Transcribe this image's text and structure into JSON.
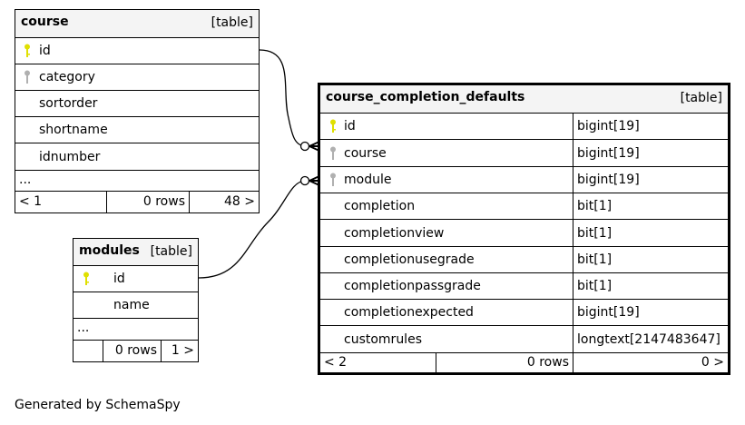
{
  "footer": {
    "generated_by": "Generated by SchemaSpy"
  },
  "colors": {
    "primary_key": "#e0e000",
    "foreign_key": "#b0b0b0",
    "header_bg": "#f4f4f4",
    "line": "#000000"
  },
  "tables": {
    "course": {
      "name": "course",
      "kind": "[table]",
      "columns": [
        {
          "name": "id",
          "key": "primary-key-icon"
        },
        {
          "name": "category",
          "key": "foreign-key-icon"
        },
        {
          "name": "sortorder",
          "key": ""
        },
        {
          "name": "shortname",
          "key": ""
        },
        {
          "name": "idnumber",
          "key": ""
        }
      ],
      "ellipsis": "...",
      "footer": {
        "parents": "< 1",
        "rows": "0 rows",
        "children": "48 >"
      }
    },
    "modules": {
      "name": "modules",
      "kind": "[table]",
      "columns": [
        {
          "name": "id",
          "key": "primary-key-icon"
        },
        {
          "name": "name",
          "key": ""
        }
      ],
      "ellipsis": "...",
      "footer": {
        "parents": "",
        "rows": "0 rows",
        "children": "1 >"
      }
    },
    "course_completion_defaults": {
      "name": "course_completion_defaults",
      "kind": "[table]",
      "columns": [
        {
          "name": "id",
          "type": "bigint[19]",
          "key": "primary-key-icon"
        },
        {
          "name": "course",
          "type": "bigint[19]",
          "key": "foreign-key-icon"
        },
        {
          "name": "module",
          "type": "bigint[19]",
          "key": "foreign-key-icon"
        },
        {
          "name": "completion",
          "type": "bit[1]",
          "key": ""
        },
        {
          "name": "completionview",
          "type": "bit[1]",
          "key": ""
        },
        {
          "name": "completionusegrade",
          "type": "bit[1]",
          "key": ""
        },
        {
          "name": "completionpassgrade",
          "type": "bit[1]",
          "key": ""
        },
        {
          "name": "completionexpected",
          "type": "bigint[19]",
          "key": ""
        },
        {
          "name": "customrules",
          "type": "longtext[2147483647]",
          "key": ""
        }
      ],
      "footer": {
        "parents": "< 2",
        "rows": "0 rows",
        "children": "0 >"
      }
    }
  },
  "relationships": [
    {
      "from": "course_completion_defaults.course",
      "to": "course.id"
    },
    {
      "from": "course_completion_defaults.module",
      "to": "modules.id"
    }
  ]
}
